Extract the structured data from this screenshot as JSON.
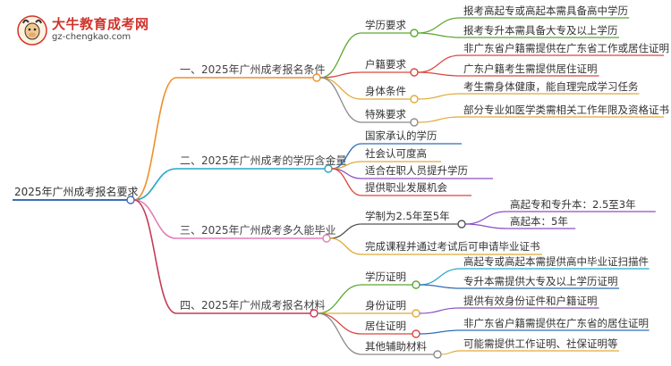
{
  "logo": {
    "title": "大牛教育成考网",
    "url": "gz-chengkao.com",
    "icon": "bull-mascot-icon"
  },
  "mindmap": {
    "root": "2025年广州成考报名要求",
    "branches": [
      {
        "label": "一、2025年广州成考报名条件",
        "color": "#ef8f2b",
        "children": [
          {
            "label": "学历要求",
            "color": "#5aa832",
            "children": [
              "报考高起专或高起本需具备高中学历",
              "报考专升本需具备大专及以上学历"
            ]
          },
          {
            "label": "户籍要求",
            "color": "#d9473f",
            "children": [
              "非广东省户籍需提供在广东省工作或居住证明",
              "广东户籍考生需提供居住证明"
            ]
          },
          {
            "label": "身体条件",
            "color": "#e0aa37",
            "children": [
              "考生需身体健康，能自理完成学习任务"
            ]
          },
          {
            "label": "特殊要求",
            "color": "#8b8b8b",
            "children": [
              "部分专业如医学类需相关工作年限及资格证书"
            ]
          }
        ]
      },
      {
        "label": "二、2025年广州成考的学历含金量",
        "color": "#27a7c9",
        "children": [
          {
            "label": "国家承认的学历",
            "color": "#2f6db5"
          },
          {
            "label": "社会认可度高",
            "color": "#e0aa37"
          },
          {
            "label": "适合在职人员提升学历",
            "color": "#8c4fc0"
          },
          {
            "label": "提供职业发展机会",
            "color": "#d9473f"
          }
        ]
      },
      {
        "label": "三、2025年广州成考多久能毕业",
        "color": "#e27fb7",
        "children": [
          {
            "label": "学制为2.5年至5年",
            "color": "#555555",
            "children": [
              "高起专和专升本：2.5至3年",
              "高起本：5年"
            ]
          },
          {
            "label": "完成课程并通过考试后可申请毕业证书",
            "color": "#e0aa37"
          }
        ]
      },
      {
        "label": "四、2025年广州成考报名材料",
        "color": "#c43b57",
        "children": [
          {
            "label": "学历证明",
            "color": "#5aa832",
            "children": [
              "高起专或高起本需提供高中毕业证扫描件",
              "专升本需提供大专及以上学历证明"
            ]
          },
          {
            "label": "身份证明",
            "color": "#e0aa37",
            "children": [
              "提供有效身份证件和户籍证明"
            ]
          },
          {
            "label": "居住证明",
            "color": "#d9473f",
            "children": [
              "非广东省户籍需提供在广东省的居住证明"
            ]
          },
          {
            "label": "其他辅助材料",
            "color": "#8b8b8b",
            "children": [
              "可能需提供工作证明、社保证明等"
            ]
          }
        ]
      }
    ]
  }
}
